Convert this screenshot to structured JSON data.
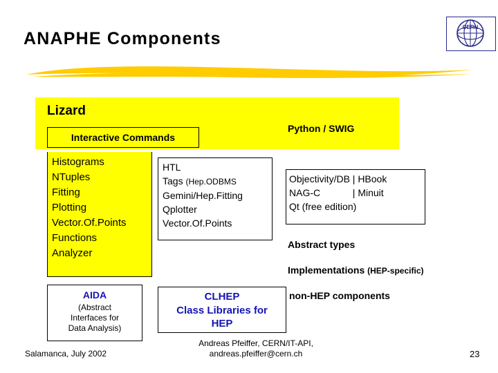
{
  "slide": {
    "title": "ANAPHE Components",
    "logo_text": "CERN",
    "lizard": {
      "heading": "Lizard",
      "interactive_commands": "Interactive Commands",
      "python_swig": "Python / SWIG",
      "features": [
        "Histograms",
        "NTuples",
        "Fitting",
        "Plotting",
        "Vector.Of.Points",
        "Functions",
        "Analyzer"
      ]
    },
    "middle_box": [
      {
        "main": "HTL",
        "note": ""
      },
      {
        "main": "Tags",
        "note": "(Hep.ODBMS"
      },
      {
        "main": "Gemini/Hep.Fitting",
        "note": ""
      },
      {
        "main": "Qplotter",
        "note": ""
      },
      {
        "main": "Vector.Of.Points",
        "note": ""
      }
    ],
    "right_box": [
      "Objectivity/DB | HBook",
      "NAG-C            | Minuit",
      "Qt (free edition)"
    ],
    "abstract_types": "Abstract types",
    "implementations": "Implementations",
    "implementations_sub": "(HEP-specific)",
    "aida": {
      "title": "AIDA",
      "lines": [
        "(Abstract",
        "Interfaces for",
        "Data Analysis)"
      ]
    },
    "clhep": {
      "title": "CLHEP",
      "sub_lines": [
        "Class Libraries for",
        "HEP"
      ]
    },
    "non_hep": "non-HEP components",
    "footer": {
      "left": "Salamanca, July 2002",
      "center_lines": [
        "Andreas Pfeiffer, CERN/IT-API,",
        "andreas.pfeiffer@cern.ch"
      ],
      "page": "23"
    },
    "colors": {
      "highlight": "#ffff00",
      "accent_blue": "#1414b4",
      "swoosh": "#ffcc00"
    }
  }
}
